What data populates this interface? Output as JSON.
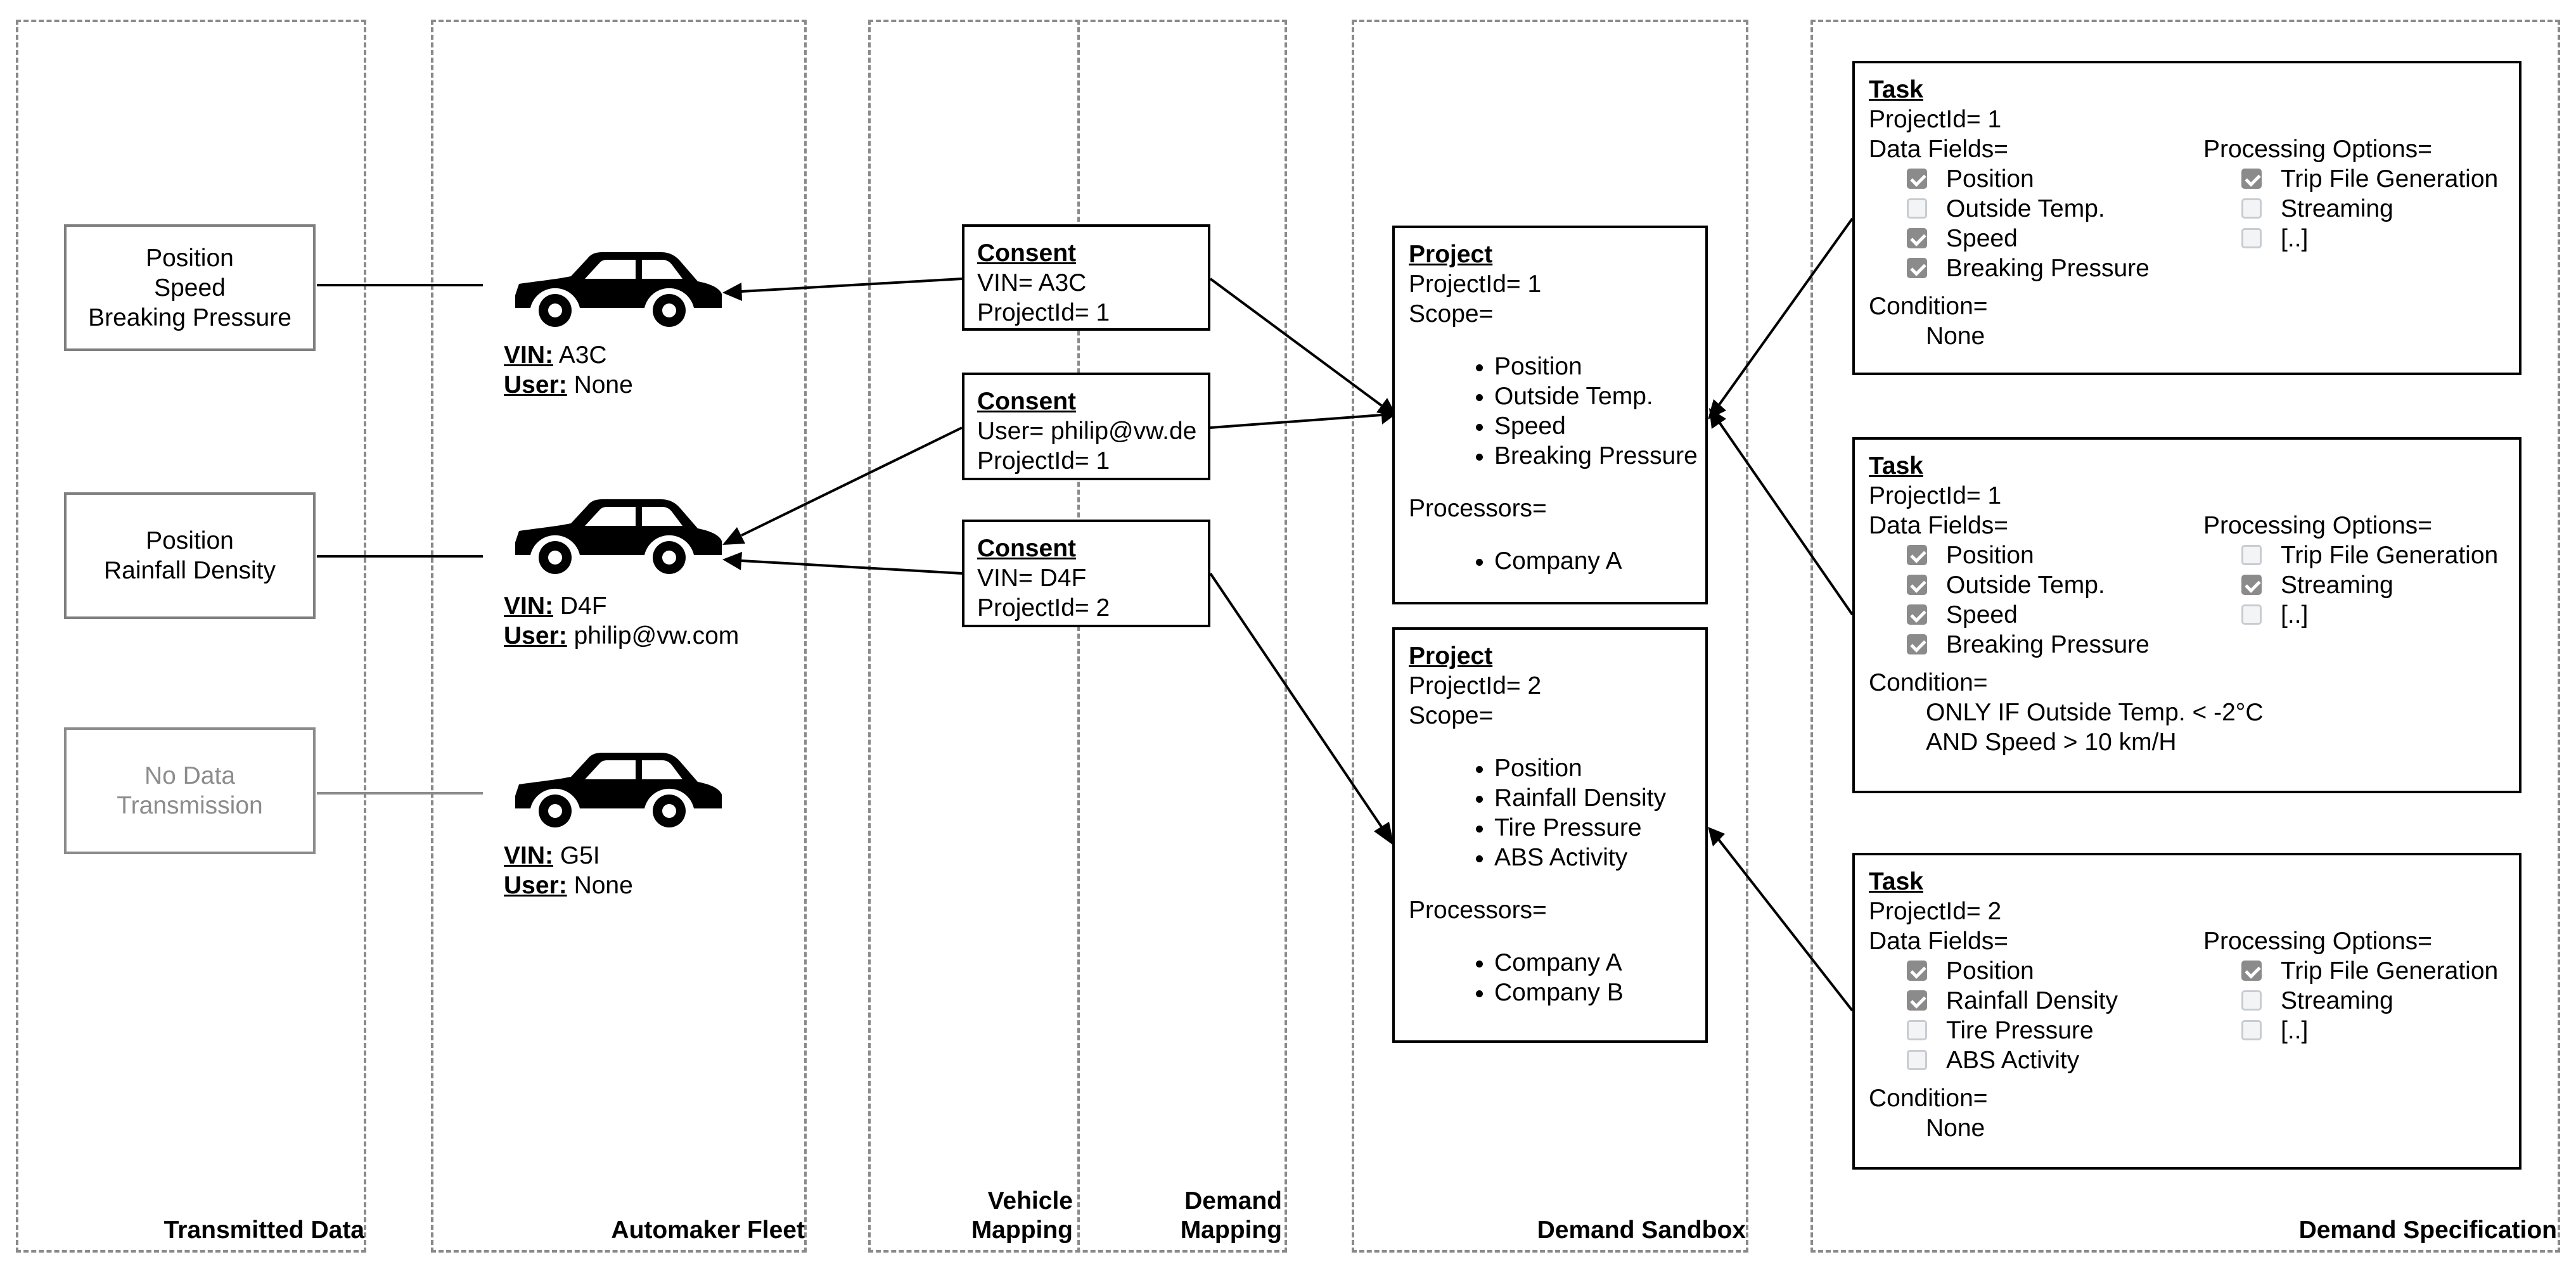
{
  "lanes": {
    "transmitted_data": "Transmitted Data",
    "automaker_fleet": "Automaker Fleet",
    "vehicle_mapping": [
      "Vehicle",
      "Mapping"
    ],
    "demand_mapping": [
      "Demand",
      "Mapping"
    ],
    "demand_sandbox": "Demand Sandbox",
    "demand_specification": "Demand Specification"
  },
  "transmitted": [
    {
      "lines": [
        "Position",
        "Speed",
        "Breaking Pressure"
      ]
    },
    {
      "lines": [
        "Position",
        "Rainfall Density"
      ]
    },
    {
      "lines": [
        "No Data",
        "Transmission"
      ]
    }
  ],
  "vehicles": [
    {
      "vin_label": "VIN:",
      "vin": "A3C",
      "user_label": "User:",
      "user": "None"
    },
    {
      "vin_label": "VIN:",
      "vin": "D4F",
      "user_label": "User:",
      "user": "philip@vw.com"
    },
    {
      "vin_label": "VIN:",
      "vin": "G5I",
      "user_label": "User:",
      "user": "None"
    }
  ],
  "consents": [
    {
      "title": "Consent",
      "lines": [
        "VIN= A3C",
        "ProjectId= 1"
      ]
    },
    {
      "title": "Consent",
      "lines": [
        "User= philip@vw.de",
        "ProjectId= 1"
      ]
    },
    {
      "title": "Consent",
      "lines": [
        "VIN= D4F",
        "ProjectId= 2"
      ]
    }
  ],
  "projects": [
    {
      "title": "Project",
      "id_line": "ProjectId= 1",
      "scope_label": "Scope=",
      "scope": [
        "Position",
        "Outside Temp.",
        "Speed",
        "Breaking Pressure"
      ],
      "processors_label": "Processors=",
      "processors": [
        "Company A"
      ]
    },
    {
      "title": "Project",
      "id_line": "ProjectId= 2",
      "scope_label": "Scope=",
      "scope": [
        "Position",
        "Rainfall Density",
        "Tire Pressure",
        "ABS Activity"
      ],
      "processors_label": "Processors=",
      "processors": [
        "Company A",
        "Company B"
      ]
    }
  ],
  "tasks": [
    {
      "title": "Task",
      "id_line": "ProjectId= 1",
      "fields_label": "Data Fields=",
      "options_label": "Processing Options=",
      "fields": [
        {
          "label": "Position",
          "checked": true
        },
        {
          "label": "Outside Temp.",
          "checked": false
        },
        {
          "label": "Speed",
          "checked": true
        },
        {
          "label": "Breaking Pressure",
          "checked": true
        }
      ],
      "options": [
        {
          "label": "Trip File Generation",
          "checked": true
        },
        {
          "label": "Streaming",
          "checked": false
        },
        {
          "label": "[..]",
          "checked": false
        }
      ],
      "condition_label": "Condition=",
      "condition": [
        "None"
      ]
    },
    {
      "title": "Task",
      "id_line": "ProjectId= 1",
      "fields_label": "Data Fields=",
      "options_label": "Processing Options=",
      "fields": [
        {
          "label": "Position",
          "checked": true
        },
        {
          "label": "Outside Temp.",
          "checked": true
        },
        {
          "label": "Speed",
          "checked": true
        },
        {
          "label": "Breaking Pressure",
          "checked": true
        }
      ],
      "options": [
        {
          "label": "Trip File Generation",
          "checked": false
        },
        {
          "label": "Streaming",
          "checked": true
        },
        {
          "label": "[..]",
          "checked": false
        }
      ],
      "condition_label": "Condition=",
      "condition": [
        "ONLY IF Outside Temp. < -2°C",
        "AND Speed > 10 km/H"
      ]
    },
    {
      "title": "Task",
      "id_line": "ProjectId= 2",
      "fields_label": "Data Fields=",
      "options_label": "Processing Options=",
      "fields": [
        {
          "label": "Position",
          "checked": true
        },
        {
          "label": "Rainfall Density",
          "checked": true
        },
        {
          "label": "Tire Pressure",
          "checked": false
        },
        {
          "label": "ABS Activity",
          "checked": false
        }
      ],
      "options": [
        {
          "label": "Trip File Generation",
          "checked": true
        },
        {
          "label": "Streaming",
          "checked": false
        },
        {
          "label": "[..]",
          "checked": false
        }
      ],
      "condition_label": "Condition=",
      "condition": [
        "None"
      ]
    }
  ],
  "icons": {
    "vehicle": "car-icon",
    "checkbox": "checkbox-icon",
    "bullet": "disc-bullet"
  },
  "colors": {
    "lane_border": "#8a8a8a",
    "box_border": "#7f7f7f",
    "muted_text": "#8c8c8c",
    "checked": "#8b8b8b",
    "unchecked": "#f3f4f6"
  }
}
